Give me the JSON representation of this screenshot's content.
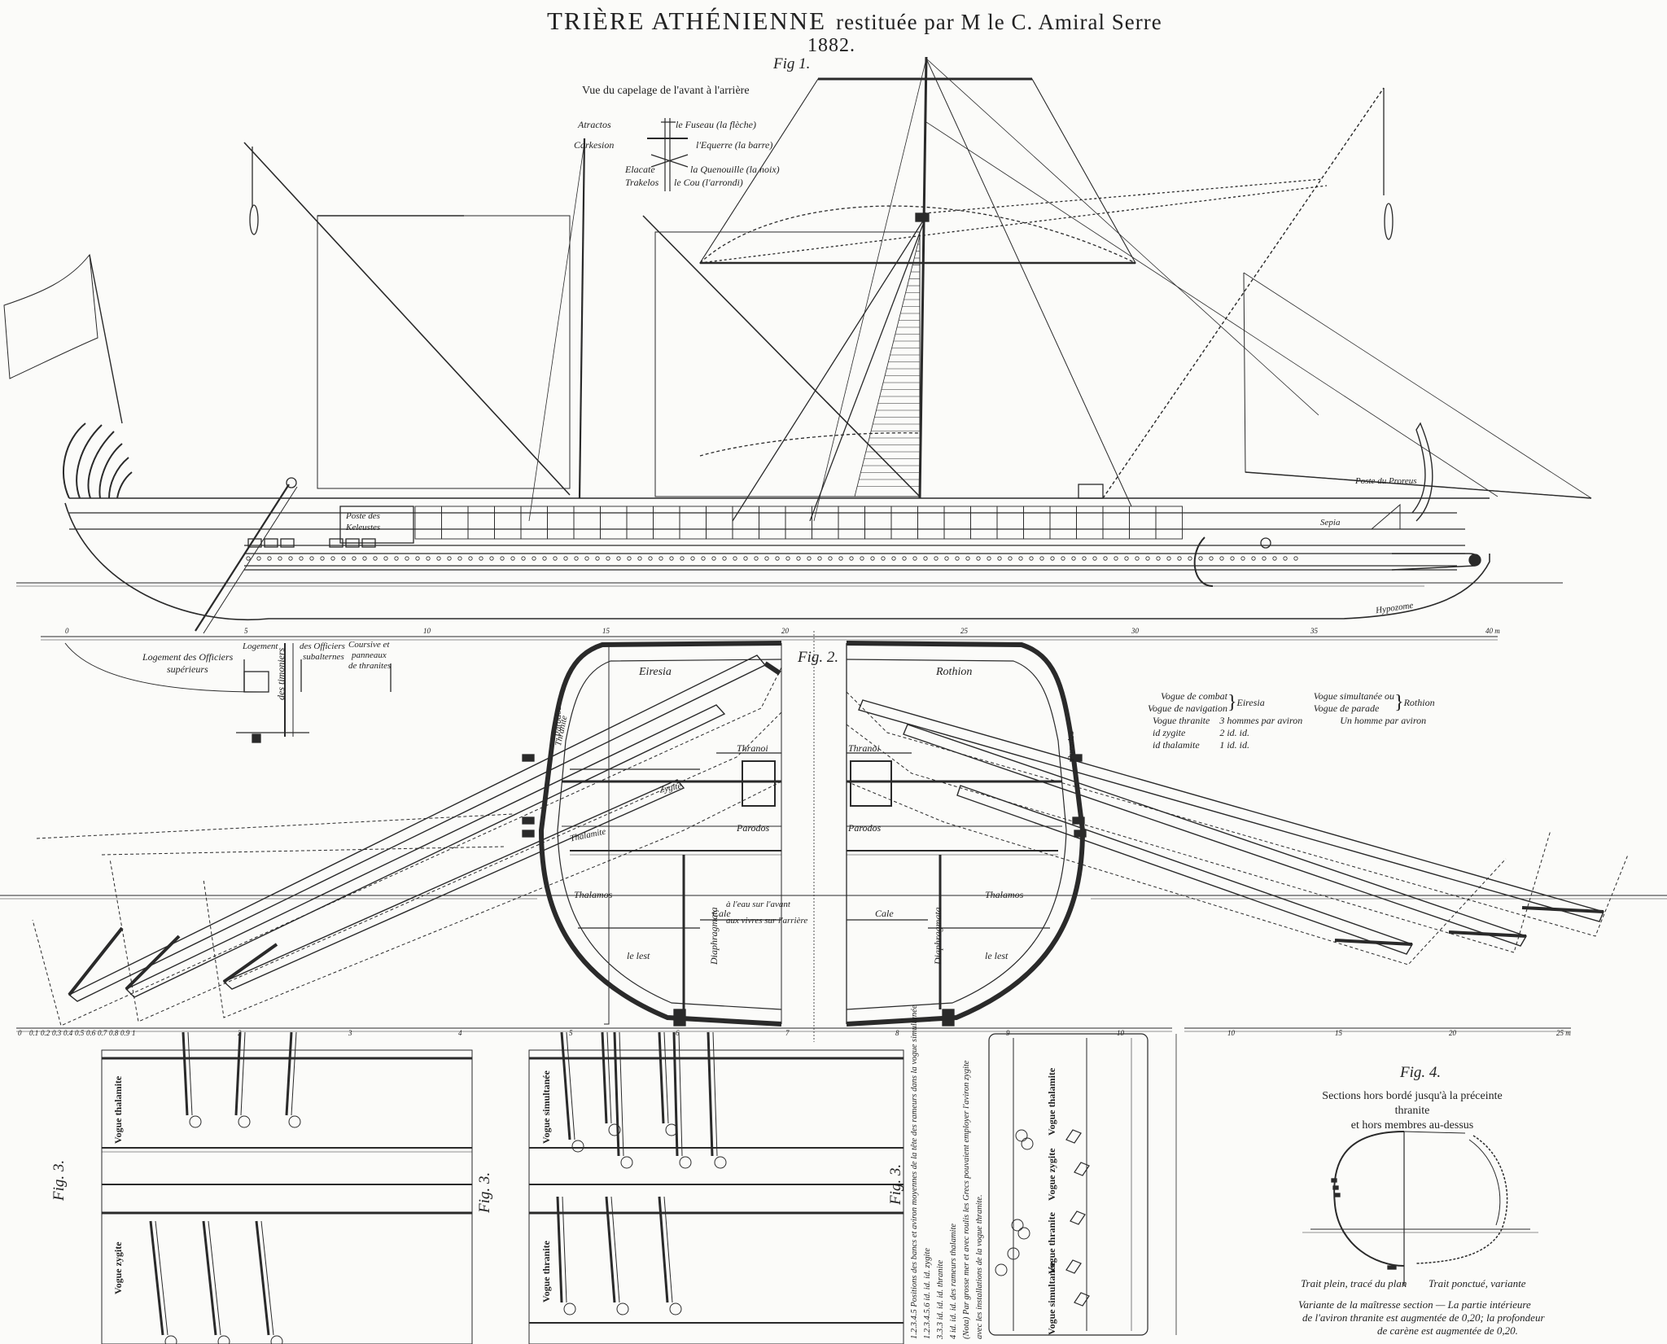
{
  "title": {
    "main": "TRIÈRE ATHÉNIENNE",
    "sub": "restituée par M le C. Amiral Serre",
    "year": "1882."
  },
  "fig1": {
    "label": "Fig 1.",
    "rigging_title": "Vue du capelage de l'avant à l'arrière",
    "rig_left": [
      "Atractos",
      "Carkesion",
      "Elacate",
      "Trakelos"
    ],
    "rig_right": [
      "le Fuseau (la flèche)",
      "l'Equerre (la barre)",
      "la Quenouille (la noix)",
      "le Cou (l'arrondi)"
    ],
    "poste_keleustes": [
      "Poste des",
      "Keleustes"
    ],
    "poste_proreus": "Poste du Proreus",
    "hypozome": "Hypozome",
    "sepia": "Sepia",
    "scale_marks": [
      "0",
      "5",
      "10",
      "15",
      "20",
      "25",
      "30",
      "35",
      "40 m"
    ],
    "stern_labels": {
      "officiers_sup": [
        "Logement des Officiers",
        "supérieurs"
      ],
      "logement": "Logement",
      "timoniers": "des timoniers",
      "officiers_sub": [
        "des Officiers",
        "subalternes"
      ],
      "coursive": [
        "Coursive et",
        "panneaux",
        "de thranites"
      ]
    }
  },
  "fig2": {
    "label": "Fig. 2.",
    "left": {
      "eiresia": "Eiresia",
      "parodos_vert": "Parodos",
      "thranoi": "Thranoi",
      "parodos": "Parodos",
      "thalamos": "Thalamos",
      "diaphragmata": "Diaphragmata",
      "cale": "Cale",
      "cale_notes": [
        "à l'eau sur l'avant",
        "aux vivres sur l'arrière"
      ],
      "lest": "le lest",
      "oar_labels": [
        "Thranite",
        "Zygite",
        "Thalamite"
      ]
    },
    "right": {
      "rothion": "Rothion",
      "parodos_vert": "Parodos",
      "thranoi": "Thranoi",
      "parodos": "Parodos",
      "thalamos": "Thalamos",
      "diaphragmata": "Diaphragmata",
      "cale": "Cale",
      "lest": "le lest"
    },
    "legend": {
      "vogue_combat": "Vogue de combat",
      "vogue_navigation": "Vogue de navigation",
      "eiresia": "Eiresia",
      "vogue_simultanee": "Vogue simultanée ou",
      "vogue_parade": "Vogue de parade",
      "rothion": "Rothion",
      "un_homme": "Un homme par aviron",
      "rows": [
        [
          "Vogue thranite",
          "3 hommes par aviron"
        ],
        [
          "id   zygite",
          "2    id.    id."
        ],
        [
          "id   thalamite",
          "1    id.    id."
        ]
      ]
    }
  },
  "fig3": {
    "label": "Fig. 3.",
    "scale_left": [
      "0",
      "0.1",
      "0.2",
      "0.3",
      "0.4",
      "0.5",
      "0.6",
      "0.7",
      "0.8",
      "0.9",
      "1",
      "2",
      "3",
      "4",
      "5",
      "6",
      "7",
      "8",
      "9",
      "10"
    ],
    "scale_right": [
      "10",
      "15",
      "20",
      "25 m"
    ],
    "panel_a": [
      "Vogue thalamite",
      "Vogue zygite"
    ],
    "panel_b": [
      "Vogue simultanée",
      "Vogue thranite"
    ],
    "panel_c": [
      "Vogue thalamite",
      "Vogue zygite",
      "Vogue thranite",
      "Vogue simultanée"
    ],
    "notes": [
      "1.2.3.4.5   Positions des bancs et aviron moyennes de la tête des rameurs dans la vogue simultanée",
      "1.2.3.4.5.6    id.    id.    id.    zygite",
      "3.3.3    id.    id.    id.    thranite",
      "4    id.    id.    id.    des rameurs    thalamite",
      "(Nota) Par grosse mer et avec roulis les Grecs pouvaient employer l'aviron zygite",
      "avec les installations de la vogue thranite."
    ]
  },
  "fig4": {
    "label": "Fig. 4.",
    "heading": [
      "Sections hors bordé jusqu'à la préceinte thranite",
      "et hors membres au-dessus"
    ],
    "trait_plein": "Trait plein, tracé du plan",
    "trait_ponctue": "Trait ponctué, variante",
    "variante": [
      "Variante de la maîtresse section — La partie intérieure",
      "de l'aviron thranite est augmentée de 0,20; la profondeur",
      "de carène est augmentée de 0,20."
    ]
  },
  "colors": {
    "ink": "#222222",
    "paper": "#fbfbf9"
  }
}
